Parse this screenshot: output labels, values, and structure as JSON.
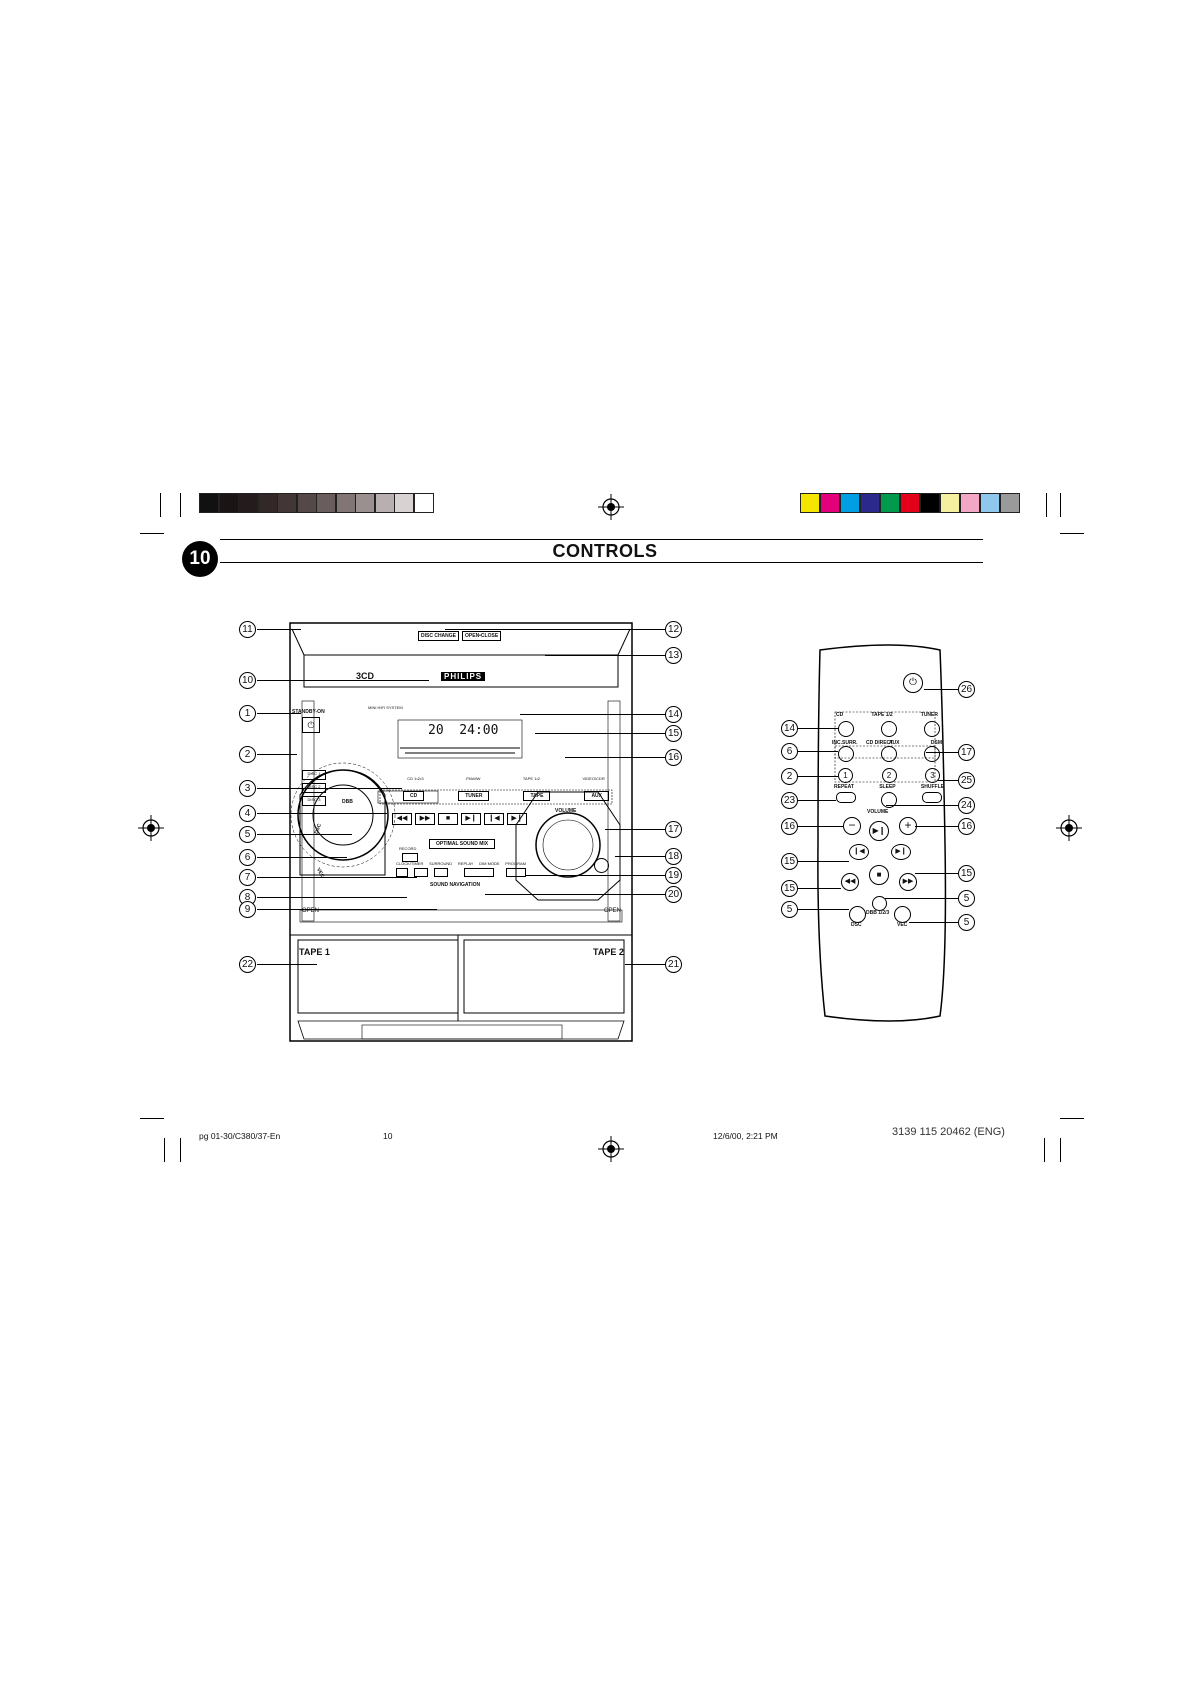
{
  "header": {
    "page_number": "10",
    "title": "CONTROLS",
    "color_bar_left": [
      "#111111",
      "#1a1414",
      "#241c1c",
      "#332828",
      "#433636",
      "#554848",
      "#6a5d5d",
      "#817575",
      "#9b9090",
      "#b8b0b0",
      "#d8d2d2",
      "#ffffff"
    ],
    "color_bar_right": [
      "#f5e600",
      "#e3007a",
      "#009fe3",
      "#2b2a8c",
      "#009a4e",
      "#e2001a",
      "#000000",
      "#f5f0a0",
      "#f2a8c4",
      "#8fc8ec",
      "#9a9a9a"
    ]
  },
  "main_unit": {
    "top_buttons": [
      "DISC CHANGE",
      "OPEN•CLOSE"
    ],
    "logo": "PHILIPS",
    "three_cd": "3CD",
    "system_label": "MINI HIFI SYSTEM",
    "standby_label": "STANDBY-ON",
    "disc_buttons": [
      "DISC 1",
      "DISC 2",
      "DISC 3"
    ],
    "display_text": "20  24:00",
    "source_sublabels": [
      "CD 1•2•3",
      "FM•MW",
      "TAPE 1•2",
      "VIDEO/CDR"
    ],
    "source_buttons": [
      "CD",
      "TUNER",
      "TAPE",
      "AUX"
    ],
    "volume_label": "VOLUME",
    "dbb_label": "DBB",
    "dsc_label": "DSC",
    "vec_label": "VEC",
    "record_label": "RECORD",
    "optimal_sound_mix": "OPTIMAL SOUND MIX",
    "control_labels": [
      "CLOCK/TIMER",
      "SURROUND",
      "REPLAY",
      "DIM MODE",
      "PROGRAM"
    ],
    "sound_navigation": "SOUND NAVIGATION",
    "open_label": "OPEN",
    "tape1": "TAPE 1",
    "tape2": "TAPE 2",
    "callouts_left": [
      "11",
      "10",
      "1",
      "2",
      "3",
      "4",
      "5",
      "6",
      "7",
      "8",
      "9",
      "22"
    ],
    "callouts_right": [
      "12",
      "13",
      "14",
      "15",
      "16",
      "17",
      "18",
      "19",
      "20",
      "21"
    ]
  },
  "remote": {
    "row1_labels": [
      "CD",
      "TAPE 1/2",
      "TUNER"
    ],
    "row2_labels": [
      "INC.SURR.",
      "AUX",
      "DSM"
    ],
    "cd_direct": "CD DIRECT",
    "direct_numbers": [
      "1",
      "2",
      "3"
    ],
    "repeat": "REPEAT",
    "sleep": "SLEEP",
    "shuffle": "SHUFFLE",
    "volume": "VOLUME",
    "dbb": "DBB 1/2/3",
    "dsc": "DSC",
    "vec": "VEC",
    "callouts": {
      "power": "26",
      "row1": "14",
      "row2_left": "6",
      "row2_right": "17",
      "direct": "2",
      "shuffle": "25",
      "repeat": "23",
      "sleep": "24",
      "vol_minus": "16",
      "vol_plus": "16",
      "skip_left": "15",
      "skip_right": "15",
      "rewind": "15",
      "dbb": "5",
      "dsc": "5",
      "vec": "5"
    }
  },
  "footer": {
    "file": "pg 01-30/C380/37-En",
    "page": "10",
    "date": "12/6/00, 2:21 PM",
    "code": "3139 115 20462 (ENG)"
  }
}
